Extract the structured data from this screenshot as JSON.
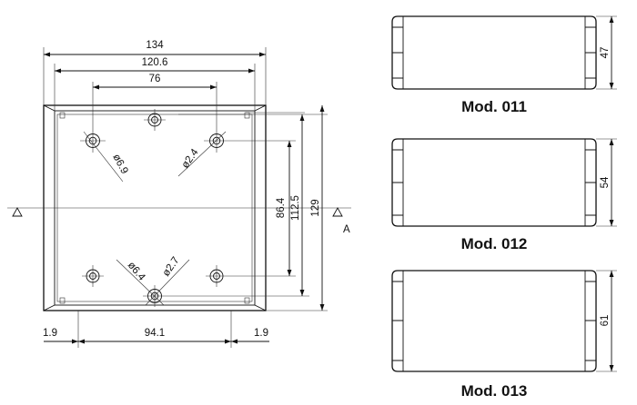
{
  "top_view": {
    "dims": {
      "overall_width": "134",
      "inner_width": "120.6",
      "hole_spacing_x": "76",
      "hole_spacing_y": "86.4",
      "inner_height": "112.5",
      "overall_height": "129",
      "left_offset": "1.9",
      "bottom_spacing": "94.1",
      "right_offset": "1.9",
      "hole_dia_a": "ø6.9",
      "hole_dia_b": "ø2.4",
      "hole_dia_c": "ø6.4",
      "hole_dia_d": "ø2.7"
    },
    "section_label": "A"
  },
  "models": [
    {
      "caption": "Mod. 011",
      "height": "47"
    },
    {
      "caption": "Mod. 012",
      "height": "54"
    },
    {
      "caption": "Mod. 013",
      "height": "61"
    }
  ]
}
